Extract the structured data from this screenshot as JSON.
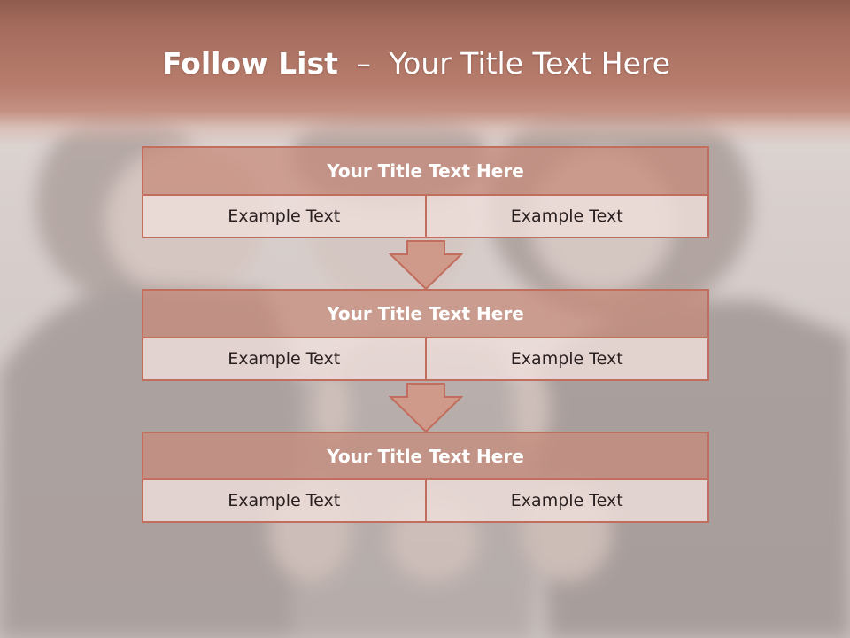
{
  "title": {
    "bold": "Follow List",
    "separator": "–",
    "rest": "Your Title Text Here"
  },
  "steps": [
    {
      "header": "Your Title Text Here",
      "left": "Example Text",
      "right": "Example Text"
    },
    {
      "header": "Your Title Text Here",
      "left": "Example Text",
      "right": "Example Text"
    },
    {
      "header": "Your Title Text Here",
      "left": "Example Text",
      "right": "Example Text"
    }
  ],
  "colors": {
    "header_band": "#b77c6c",
    "box_border": "#c16e5e",
    "box_header_fill": "#c68978",
    "cell_fill": "#eedeDB",
    "arrow_fill": "#d09a8a"
  }
}
